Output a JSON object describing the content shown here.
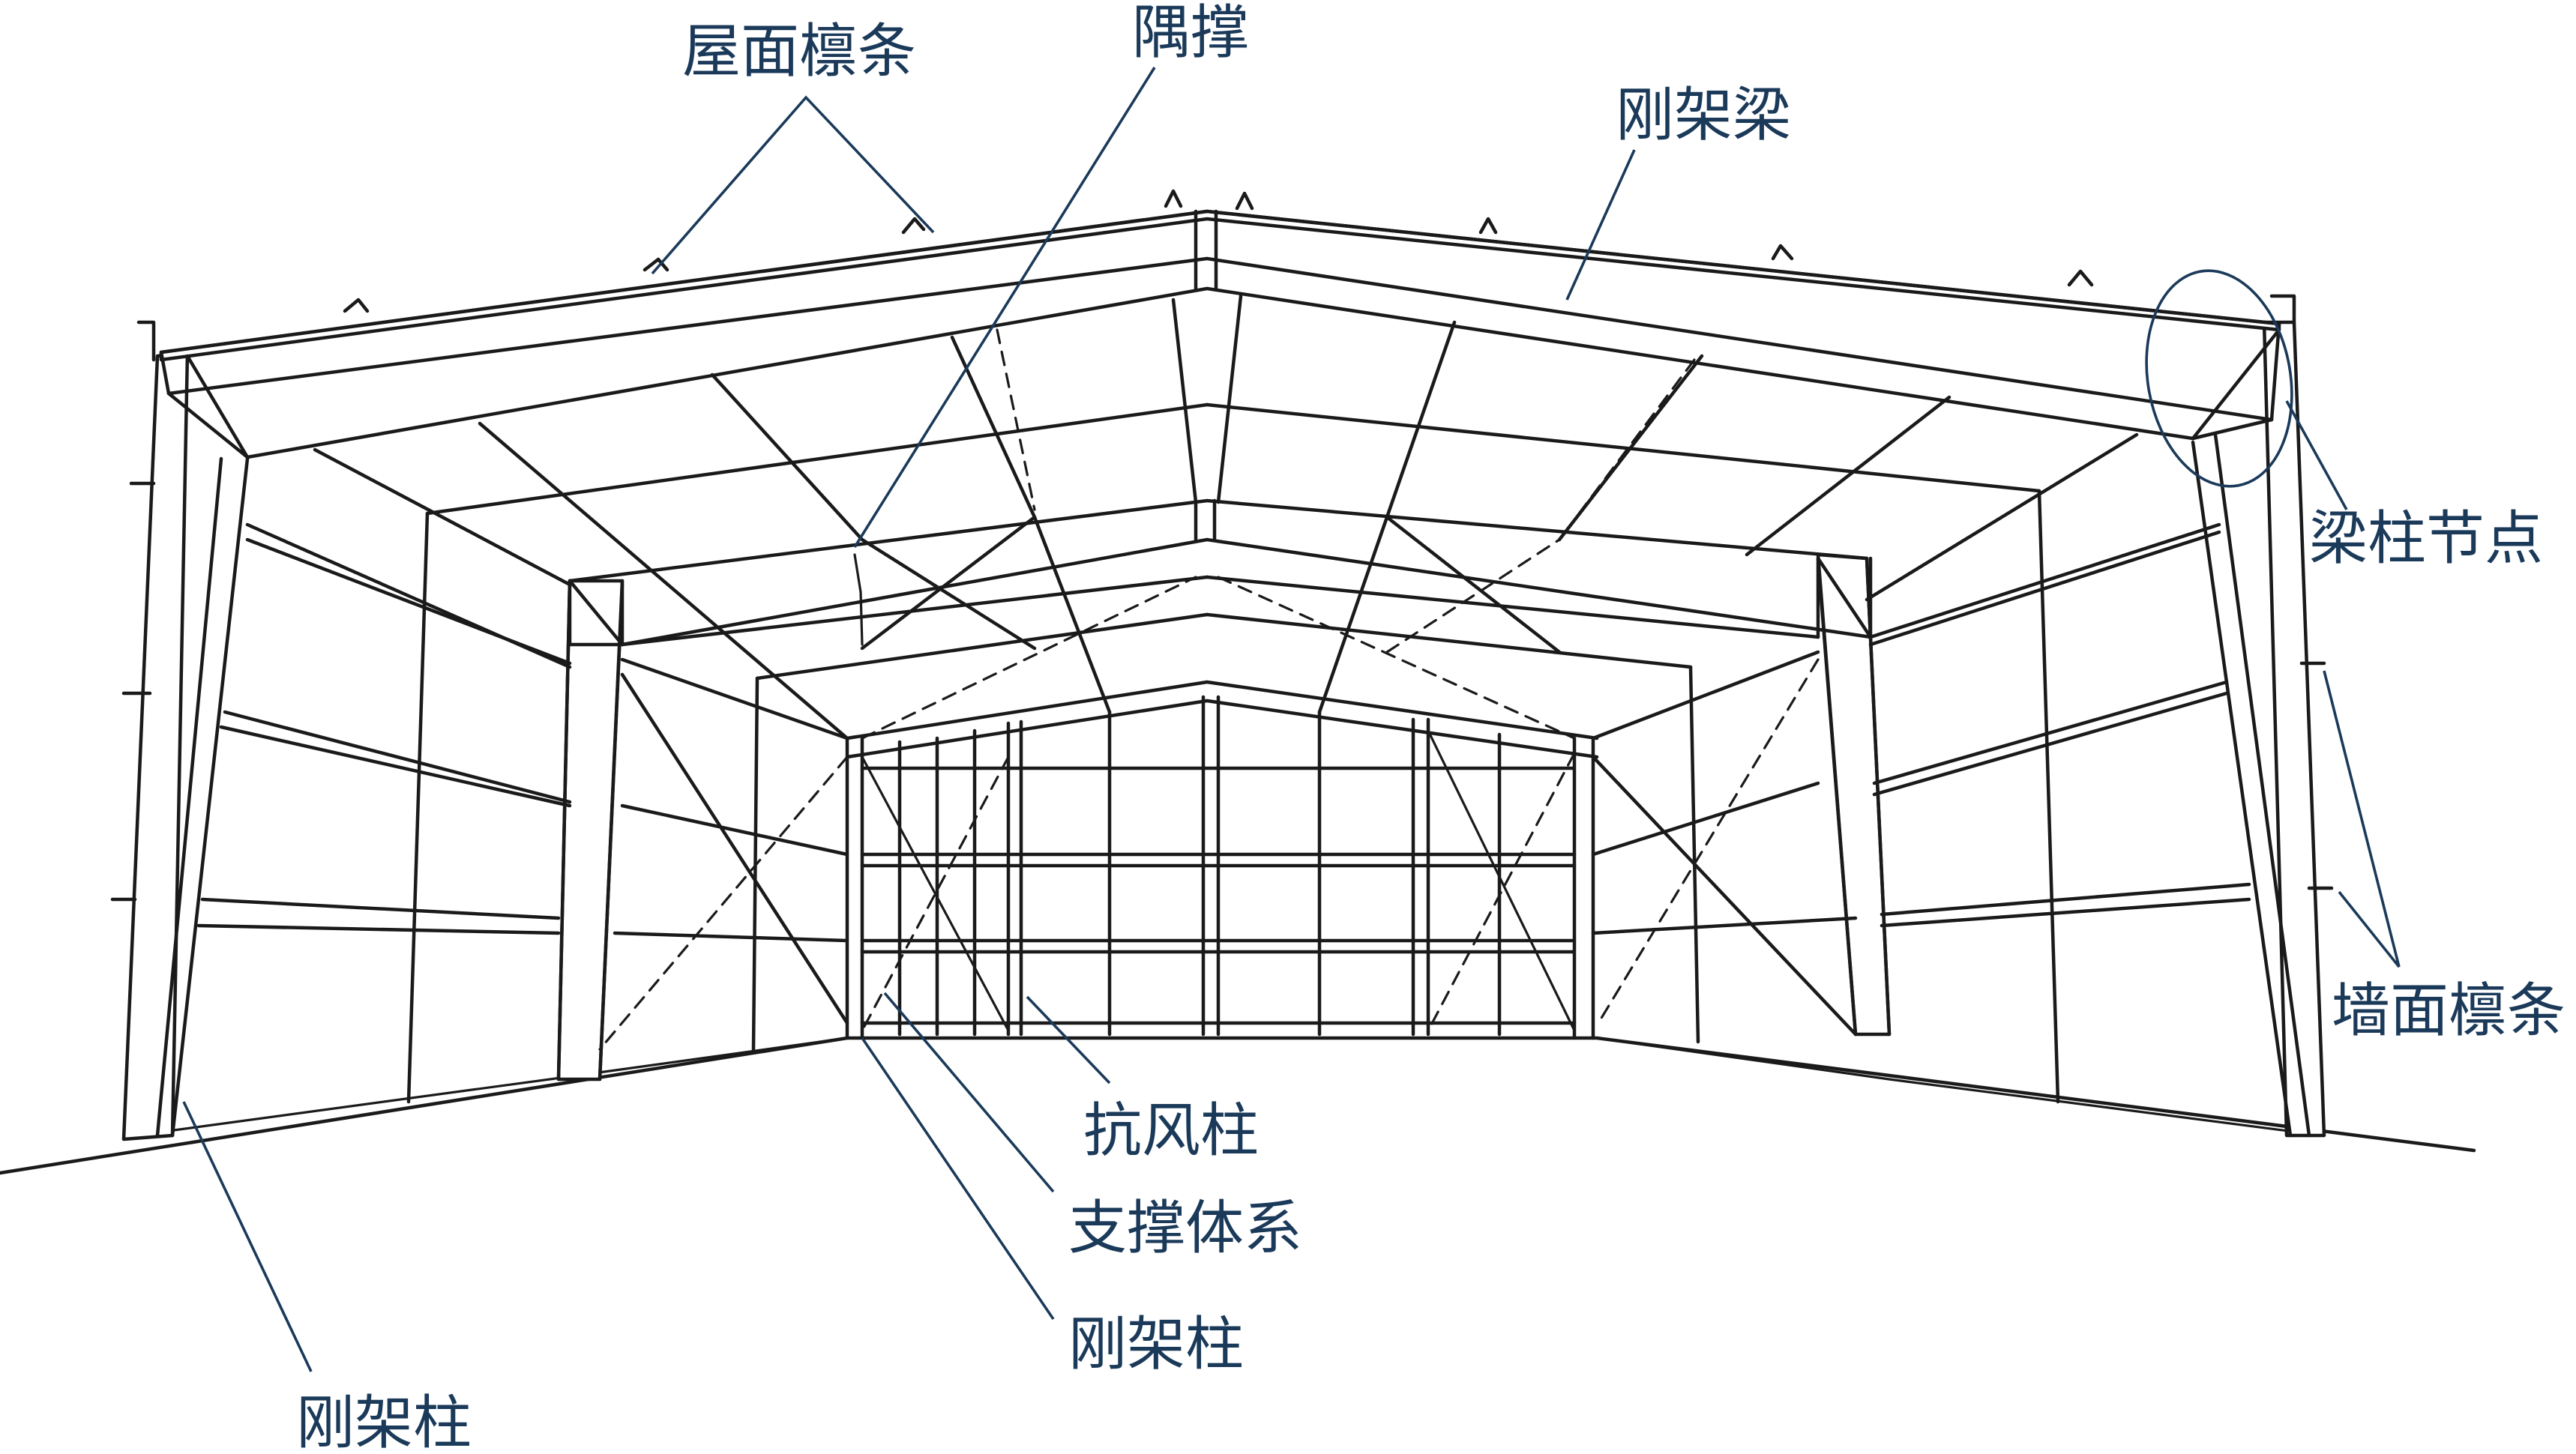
{
  "colors": {
    "line": "#1a1a1a",
    "label": "#1b3a5a",
    "background": "#ffffff"
  },
  "labels": {
    "roof_purlin": "屋面檩条",
    "knee_brace": "隅撑",
    "frame_beam": "刚架梁",
    "beam_column_joint": "梁柱节点",
    "wall_purlin": "墙面檩条",
    "wind_column": "抗风柱",
    "bracing_system": "支撑体系",
    "frame_column_center": "刚架柱",
    "frame_column_left": "刚架柱"
  }
}
